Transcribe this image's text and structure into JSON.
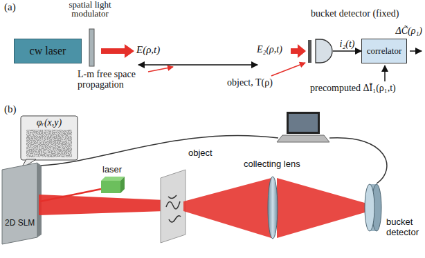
{
  "diagram": {
    "nodes": [
      {
        "text": [
          "cw laser"
        ]
      },
      {
        "text": [
          "bucket detector (fixed)"
        ]
      },
      {
        "text": [
          "correlator"
        ]
      }
    ],
    "edges": [
      {
        "from": 1,
        "to": 2,
        "arrow": "to",
        "label": "i₂(t)"
      }
    ],
    "labels": [
      "(a)",
      "spatial light modulator",
      "E(ρ,t)",
      "E₂(ρ,t)",
      "L-m free space propagation",
      "object, T(ρ)",
      "precomputed ΔĨ₁(ρ₁,t)",
      "ΔC̃(ρ₁)",
      "(b)",
      "φᵣ(x,y)",
      "2D SLM",
      "laser",
      "object",
      "collecting lens",
      "bucket detector"
    ]
  }
}
